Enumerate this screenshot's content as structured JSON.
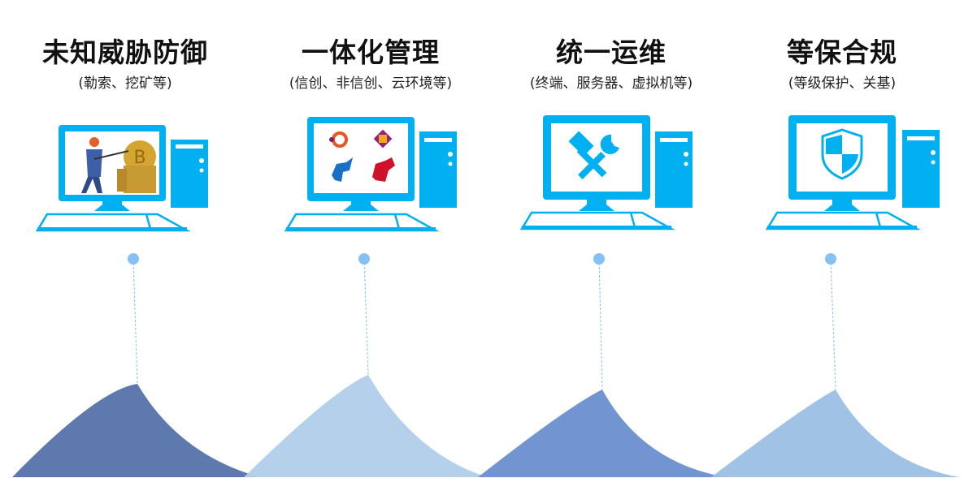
{
  "items": [
    {
      "title": "未知威胁防御",
      "subtitle": "(勒索、挖矿等)",
      "icon": "bitcoin-miner-image"
    },
    {
      "title": "一体化管理",
      "subtitle": "(信创、非信创、云环境等)",
      "icon": "os-logos"
    },
    {
      "title": "统一运维",
      "subtitle": "(终端、服务器、虚拟机等)",
      "icon": "tools-icon"
    },
    {
      "title": "等保合规",
      "subtitle": "(等级保护、关基)",
      "icon": "shield-icon"
    }
  ],
  "colors": {
    "computer": "#00b0f0",
    "peak1": "#5b76ab",
    "peak2": "#b0cdea",
    "peak3": "#6a8fcf",
    "peak4": "#9bbfe3",
    "dot": "#85c1f5"
  }
}
